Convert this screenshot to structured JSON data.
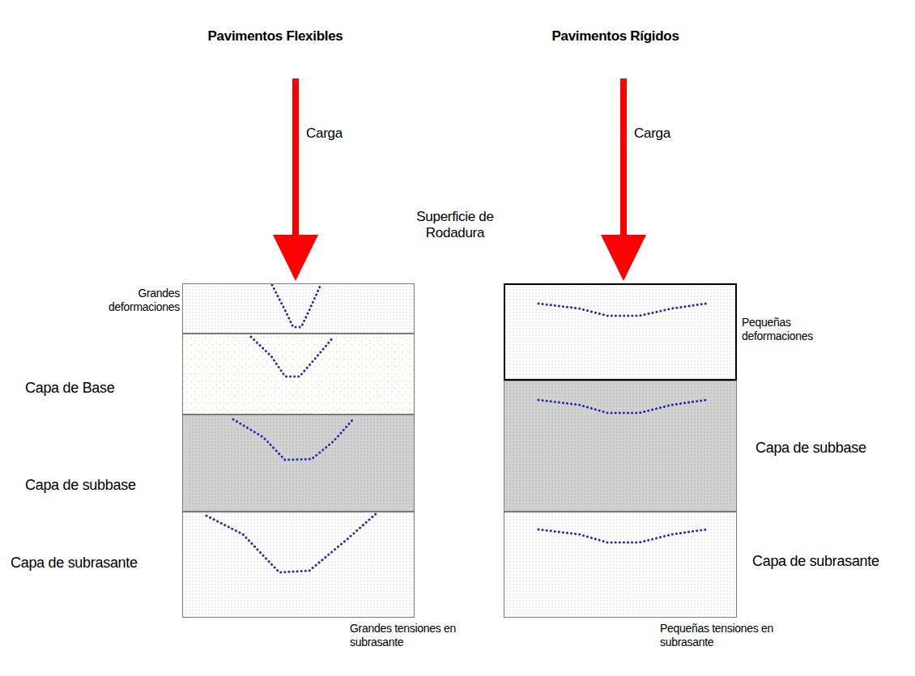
{
  "diagram": {
    "nodes": [
      {
        "text": [
          "Grandes deformaciones"
        ]
      },
      {
        "text": [
          "Capa de Base"
        ]
      },
      {
        "text": [
          "Capa de subbase"
        ]
      },
      {
        "text": [
          "Capa de subrasante"
        ]
      },
      {
        "text": [
          "Pequeñas deformaciones"
        ]
      },
      {
        "text": [
          "Capa de subbase"
        ]
      },
      {
        "text": [
          "Capa de subrasante"
        ]
      }
    ],
    "labels": [
      "Pavimentos Flexibles",
      "Pavimentos Rígidos",
      "Carga",
      "Carga",
      "Superficie de Rodadura",
      "Grandes tensiones en subrasante",
      "Pequeñas tensiones en subrasante"
    ]
  }
}
